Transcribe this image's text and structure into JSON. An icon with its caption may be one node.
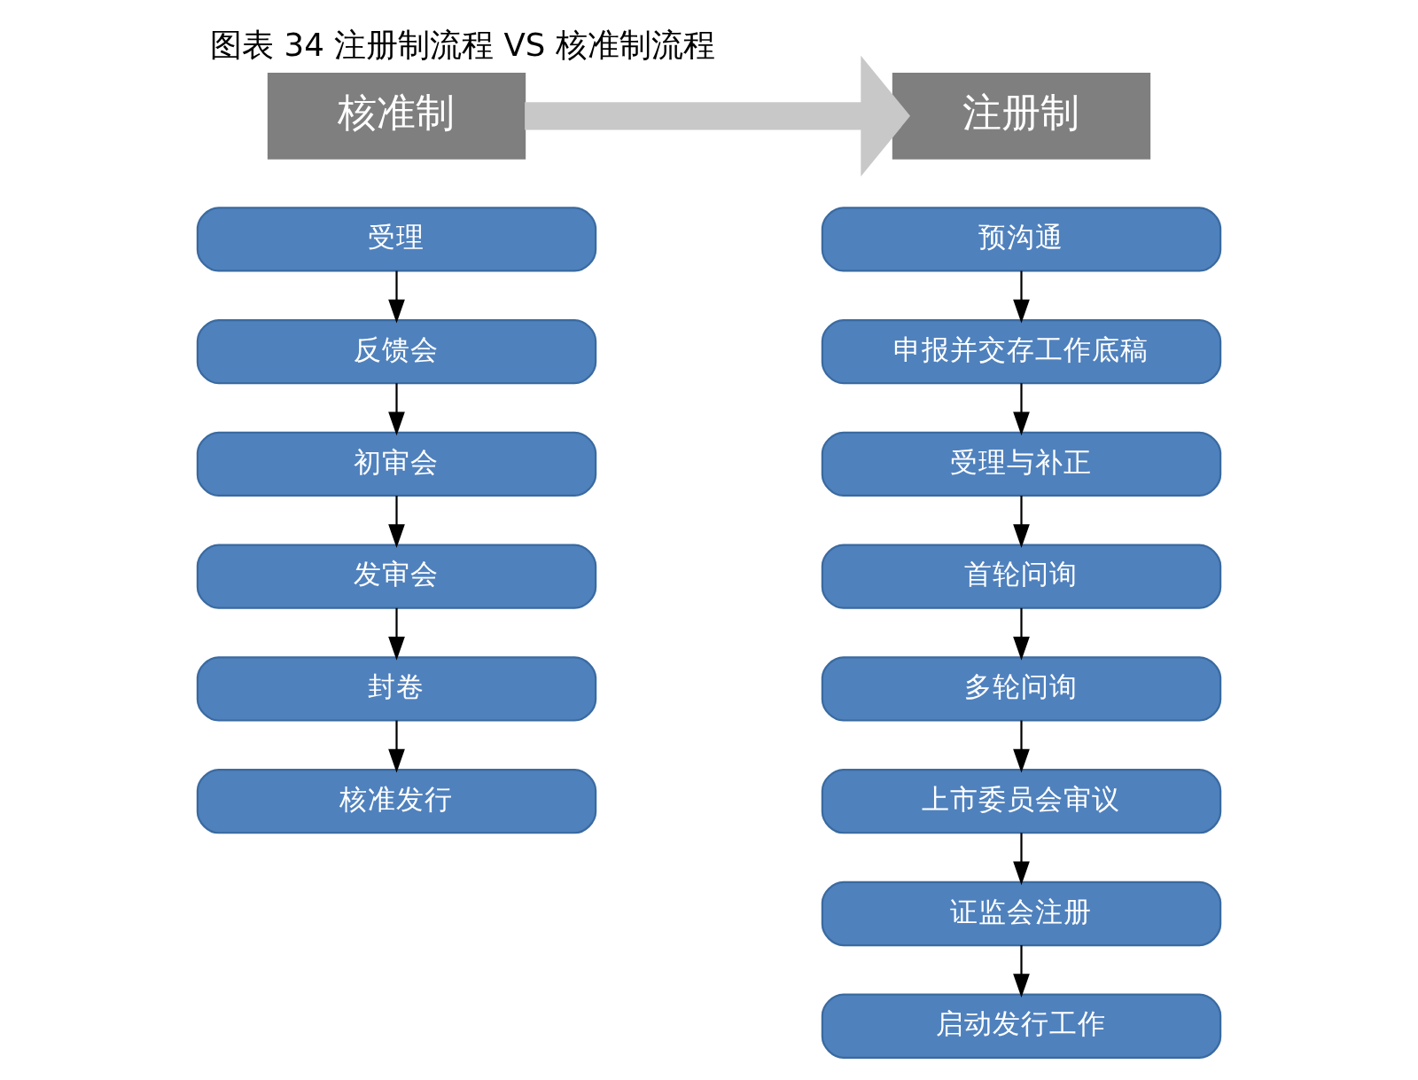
{
  "diagram": {
    "title": "图表 34 注册制流程 VS 核准制流程",
    "nodes": [
      {
        "text": [
          "核准制"
        ]
      },
      {
        "text": [
          "受理"
        ]
      },
      {
        "text": [
          "反馈会"
        ]
      },
      {
        "text": [
          "初审会"
        ]
      },
      {
        "text": [
          "发审会"
        ]
      },
      {
        "text": [
          "封卷"
        ]
      },
      {
        "text": [
          "核准发行"
        ]
      },
      {
        "text": [
          "注册制"
        ]
      },
      {
        "text": [
          "预沟通"
        ]
      },
      {
        "text": [
          "申报并交存工作底稿"
        ]
      },
      {
        "text": [
          "受理与补正"
        ]
      },
      {
        "text": [
          "首轮问询"
        ]
      },
      {
        "text": [
          "多轮问询"
        ]
      },
      {
        "text": [
          "上市委员会审议"
        ]
      },
      {
        "text": [
          "证监会注册"
        ]
      },
      {
        "text": [
          "启动发行工作"
        ]
      }
    ],
    "edges": [
      {
        "from": 1,
        "to": 2,
        "arrow": "to"
      },
      {
        "from": 2,
        "to": 3,
        "arrow": "to"
      },
      {
        "from": 3,
        "to": 4,
        "arrow": "to"
      },
      {
        "from": 4,
        "to": 5,
        "arrow": "to"
      },
      {
        "from": 5,
        "to": 6,
        "arrow": "to"
      },
      {
        "from": 8,
        "to": 9,
        "arrow": "to"
      },
      {
        "from": 9,
        "to": 10,
        "arrow": "to"
      },
      {
        "from": 10,
        "to": 11,
        "arrow": "to"
      },
      {
        "from": 11,
        "to": 12,
        "arrow": "to"
      },
      {
        "from": 12,
        "to": 13,
        "arrow": "to"
      },
      {
        "from": 13,
        "to": 14,
        "arrow": "to"
      },
      {
        "from": 14,
        "to": 15,
        "arrow": "to"
      },
      {
        "from": 0,
        "to": 7,
        "arrow": "to",
        "style": "thick",
        "color": "#c8c8c8"
      }
    ]
  }
}
